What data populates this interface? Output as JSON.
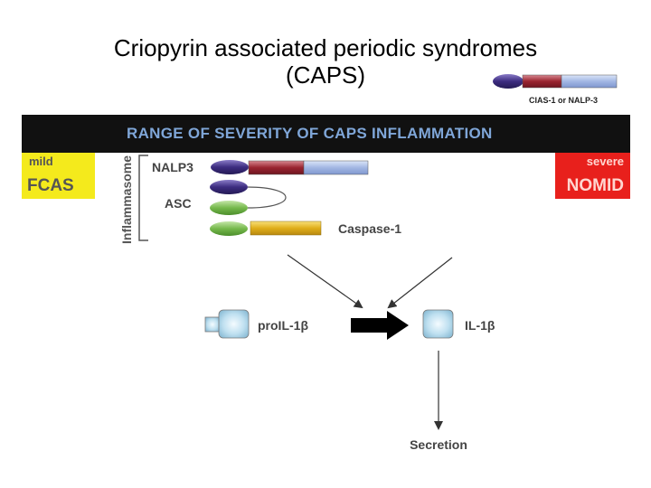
{
  "title": {
    "line1": "Criopyrin associated periodic syndromes",
    "line2": "(CAPS)"
  },
  "legend_protein": {
    "label": "CIAS-1 or NALP-3"
  },
  "banner": {
    "heading": "RANGE OF SEVERITY OF CAPS INFLAMMATION",
    "left_mild": "mild",
    "left_name": "FCAS",
    "right_severe": "severe",
    "right_name": "NOMID"
  },
  "inflammasome": {
    "label": "Inflammasome",
    "components": [
      "NALP3",
      "ASC",
      "Caspase-1"
    ]
  },
  "pathway": {
    "precursor": "proIL-1β",
    "product": "IL-1β",
    "outcome": "Secretion"
  },
  "colors": {
    "banner_black": "#111111",
    "banner_text": "#7fa6d8",
    "mild_yellow": "#f4ea1c",
    "severe_red": "#e8201c",
    "pyrin_purple": "#4a3a8c",
    "nacht_red": "#a8323a",
    "lrr_blue": "#a9bde6",
    "card_green": "#7cbc56",
    "caspase_gold": "#e3b320",
    "il1_blue": "#bfe0f0"
  }
}
